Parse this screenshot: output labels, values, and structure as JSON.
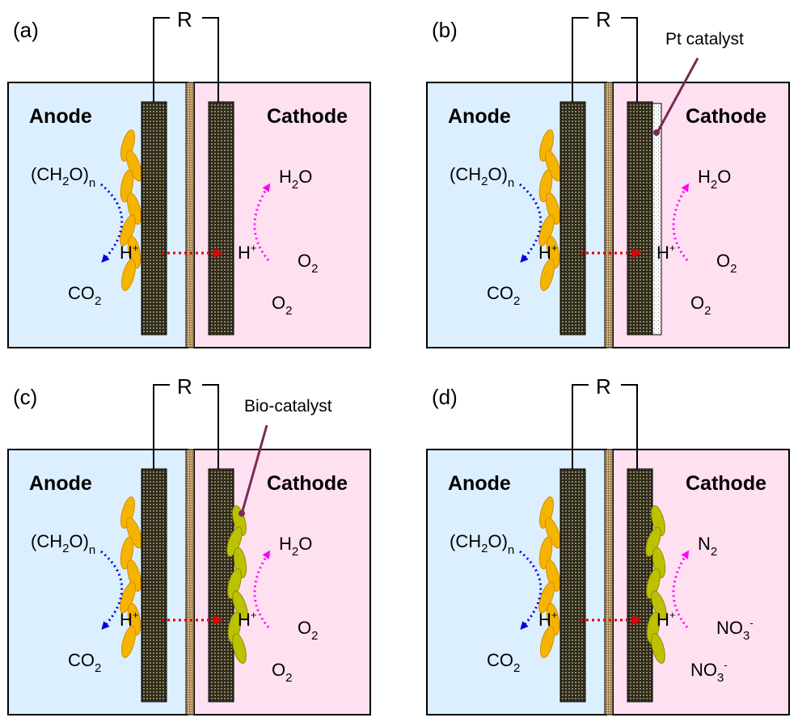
{
  "panels": [
    {
      "label": "(a)",
      "resistor": "R",
      "anode": "Anode",
      "cathode": "Cathode",
      "substrate": "(CH",
      "substrate_sub": "2",
      "substrate_mid": "O)",
      "substrate_n": "n",
      "co2": "CO",
      "co2_sub": "2",
      "h_left": "H",
      "h_left_sup": "+",
      "h_right": "H",
      "h_right_sup": "+",
      "product": "H",
      "product_sub": "2",
      "product_tail": "O",
      "acceptor1": "O",
      "acceptor1_sub": "2",
      "acceptor1_sup": "",
      "acceptor2": "O",
      "acceptor2_sub": "2",
      "acceptor2_sup": "",
      "callout": ""
    },
    {
      "label": "(b)",
      "resistor": "R",
      "anode": "Anode",
      "cathode": "Cathode",
      "substrate": "(CH",
      "substrate_sub": "2",
      "substrate_mid": "O)",
      "substrate_n": "n",
      "co2": "CO",
      "co2_sub": "2",
      "h_left": "H",
      "h_left_sup": "+",
      "h_right": "H",
      "h_right_sup": "+",
      "product": "H",
      "product_sub": "2",
      "product_tail": "O",
      "acceptor1": "O",
      "acceptor1_sub": "2",
      "acceptor1_sup": "",
      "acceptor2": "O",
      "acceptor2_sub": "2",
      "acceptor2_sup": "",
      "callout": "Pt catalyst"
    },
    {
      "label": "(c)",
      "resistor": "R",
      "anode": "Anode",
      "cathode": "Cathode",
      "substrate": "(CH",
      "substrate_sub": "2",
      "substrate_mid": "O)",
      "substrate_n": "n",
      "co2": "CO",
      "co2_sub": "2",
      "h_left": "H",
      "h_left_sup": "+",
      "h_right": "H",
      "h_right_sup": "+",
      "product": "H",
      "product_sub": "2",
      "product_tail": "O",
      "acceptor1": "O",
      "acceptor1_sub": "2",
      "acceptor1_sup": "",
      "acceptor2": "O",
      "acceptor2_sub": "2",
      "acceptor2_sup": "",
      "callout": "Bio-catalyst"
    },
    {
      "label": "(d)",
      "resistor": "R",
      "anode": "Anode",
      "cathode": "Cathode",
      "substrate": "(CH",
      "substrate_sub": "2",
      "substrate_mid": "O)",
      "substrate_n": "n",
      "co2": "CO",
      "co2_sub": "2",
      "h_left": "H",
      "h_left_sup": "+",
      "h_right": "H",
      "h_right_sup": "+",
      "product": "N",
      "product_sub": "2",
      "product_tail": "",
      "acceptor1": "NO",
      "acceptor1_sub": "3",
      "acceptor1_sup": "-",
      "acceptor2": "NO",
      "acceptor2_sub": "3",
      "acceptor2_sup": "-",
      "callout": ""
    }
  ],
  "colors": {
    "anode_fill": "#dcefff",
    "cathode_fill": "#ffe0f0",
    "electrode_fill": "#3a3526",
    "membrane_fill": "#b89a66",
    "bacteria_anode": "#f5b400",
    "bacteria_cathode": "#bcc200",
    "substrate_arrow": "#0000e0",
    "proton_arrow": "#e00000",
    "product_arrow": "#ff00ff",
    "callout_line": "#7a2a55"
  }
}
